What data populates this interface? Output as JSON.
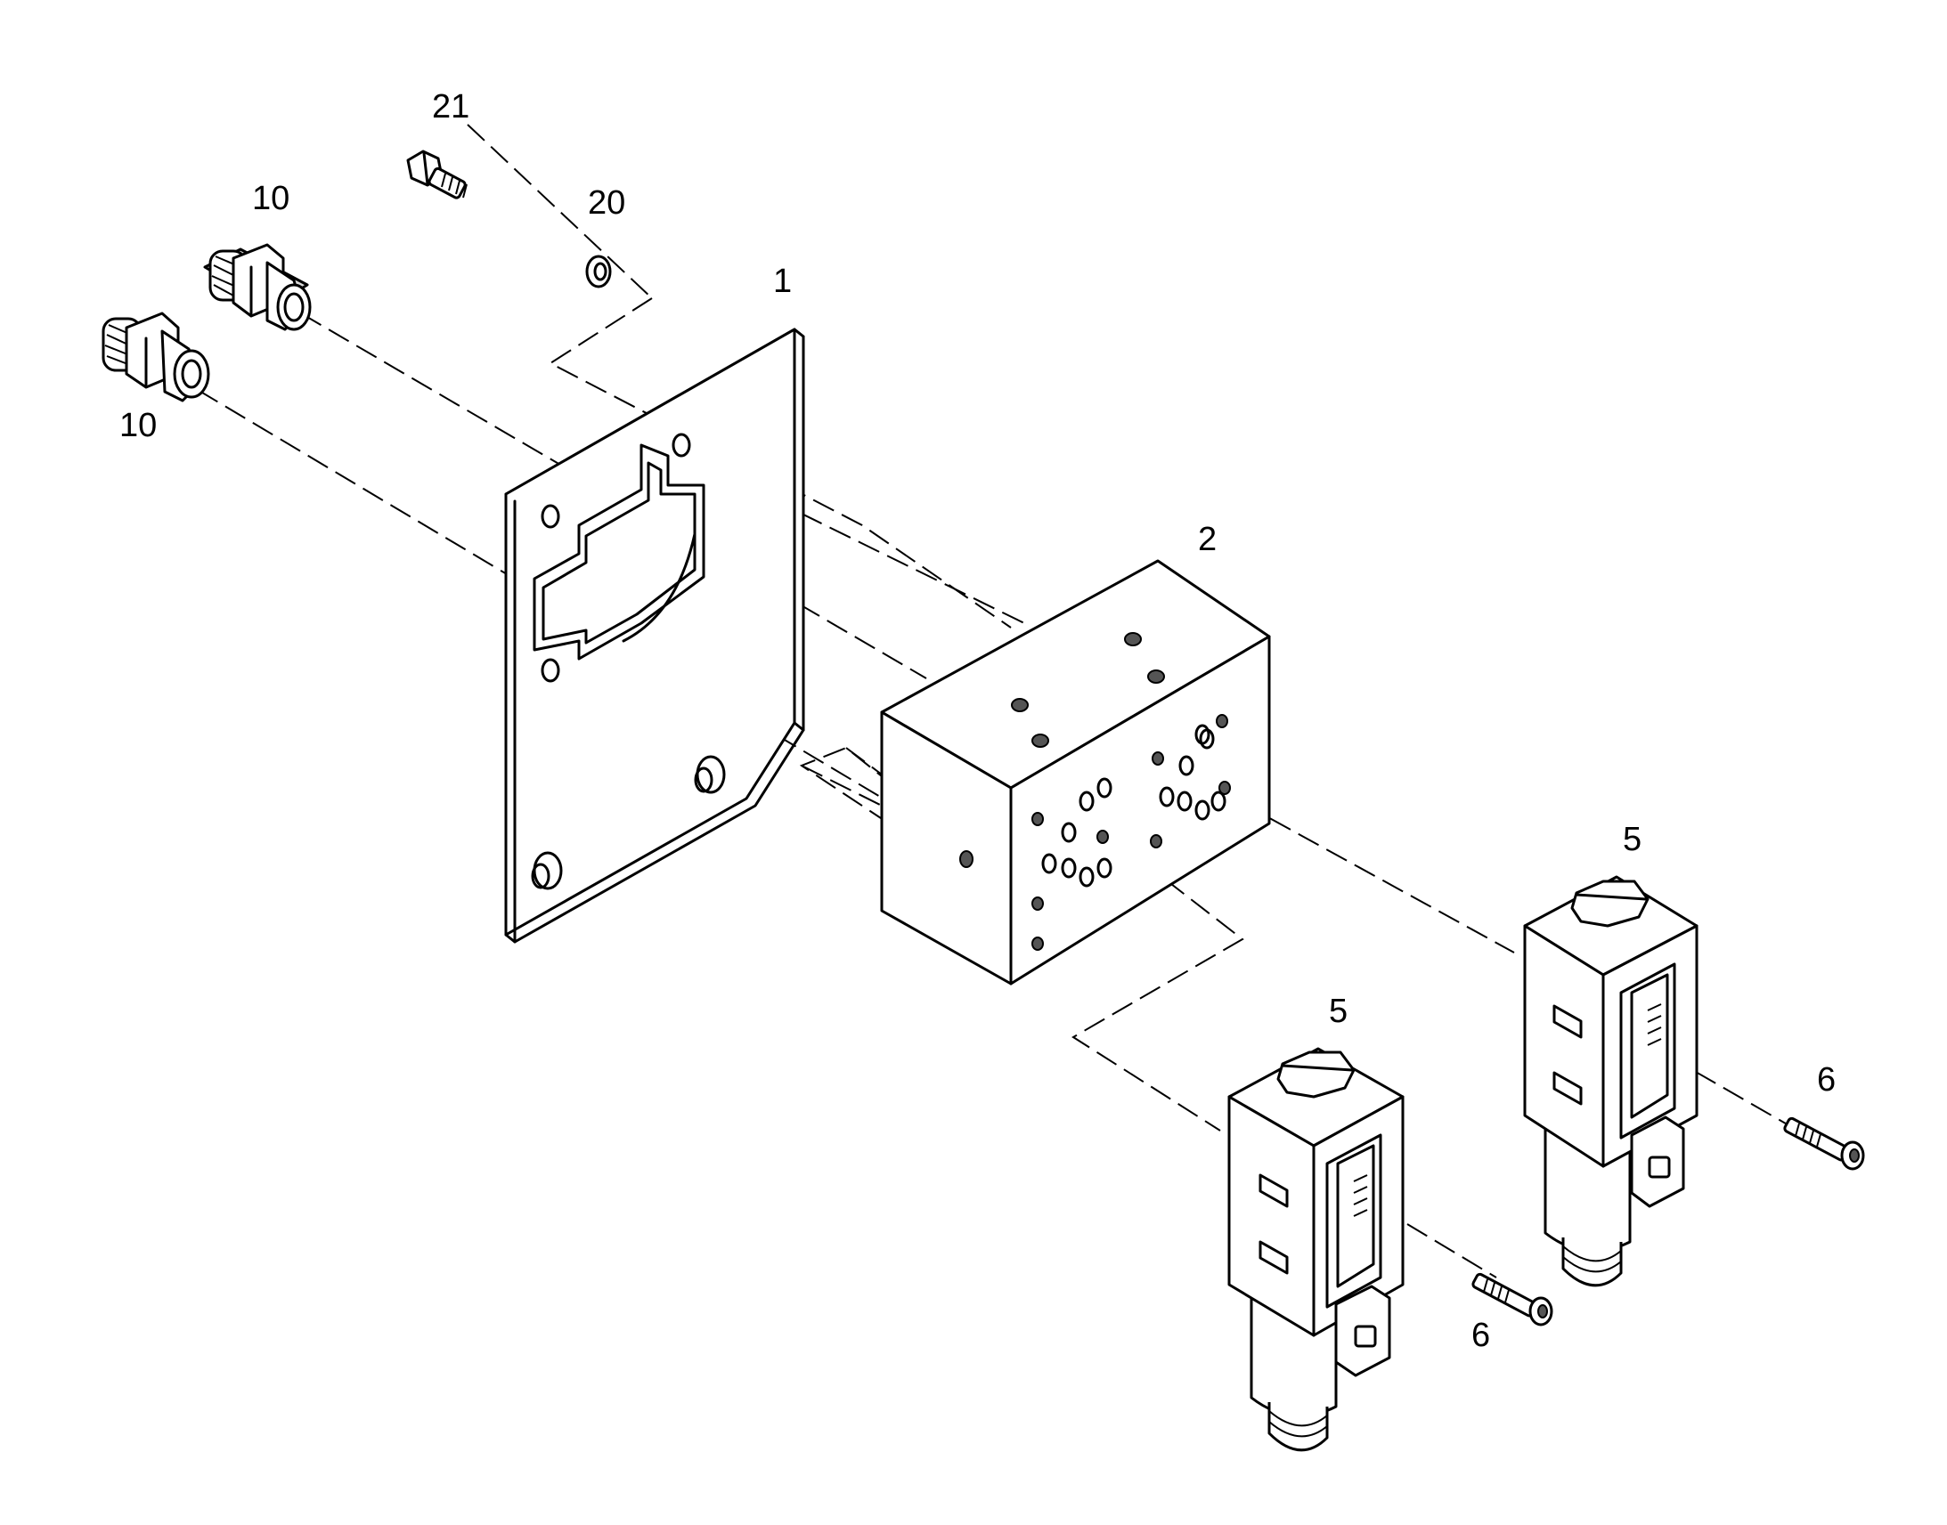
{
  "callouts": {
    "fitting_upper": "10",
    "fitting_lower": "10",
    "bolt": "21",
    "washer": "20",
    "plate": "1",
    "block": "2",
    "valve_right": "5",
    "valve_left": "5",
    "screw_right": "6",
    "screw_left": "6"
  },
  "colors": {
    "line": "#000000",
    "background": "#ffffff",
    "shade": "#d9d9d9"
  }
}
